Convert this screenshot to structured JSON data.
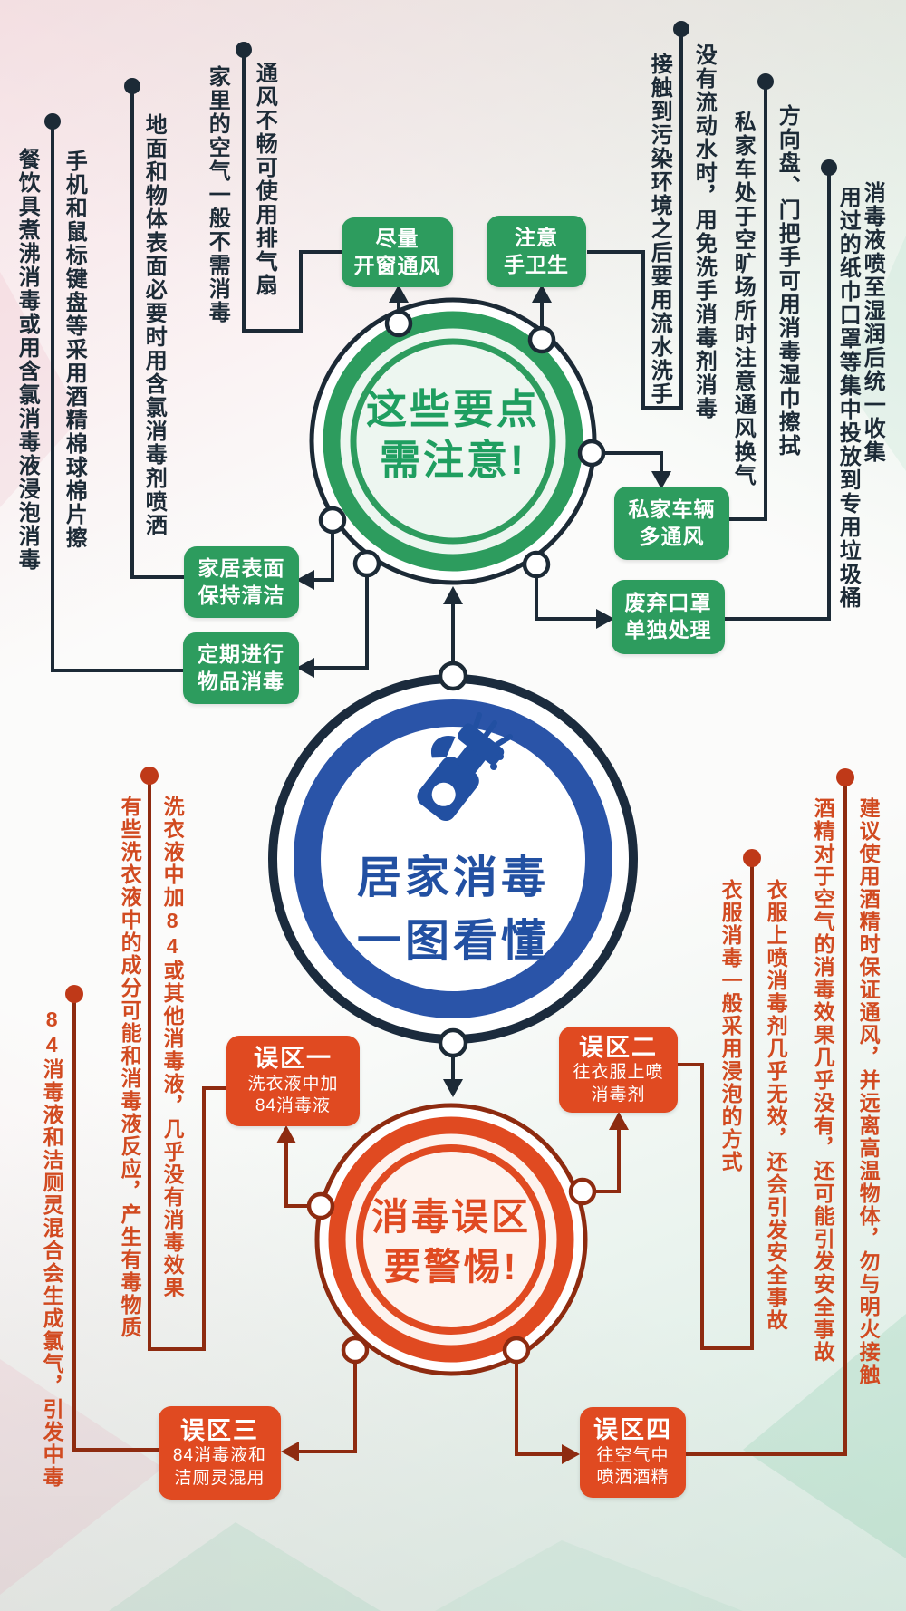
{
  "title": "居家消毒 一图看懂",
  "colors": {
    "line": "#1c2a36",
    "green": "#2d9c5e",
    "greentext": "#1f9e60",
    "blue": "#2a54a8",
    "bluedark": "#1b2b3d",
    "bluetext": "#2250a2",
    "red": "#e04a21",
    "redline": "#8e2b10",
    "reddot": "#bf3918",
    "redtext": "#d14a20"
  },
  "hubs": {
    "green": {
      "lines": [
        "这些要点",
        "需注意!"
      ]
    },
    "blue": {
      "lines": [
        "居家消毒",
        "一图看懂"
      ]
    },
    "red": {
      "lines": [
        "消毒误区",
        "要警惕!"
      ]
    }
  },
  "tips": {
    "boxes": [
      {
        "id": "open-window",
        "lines": [
          "尽量",
          "开窗通风"
        ]
      },
      {
        "id": "hand-hygiene",
        "lines": [
          "注意",
          "手卫生"
        ]
      },
      {
        "id": "car-ventilate",
        "lines": [
          "私家车辆",
          "多通风"
        ]
      },
      {
        "id": "mask-disposal",
        "lines": [
          "废弃口罩",
          "单独处理"
        ]
      },
      {
        "id": "surface-clean",
        "lines": [
          "家居表面",
          "保持清洁"
        ]
      },
      {
        "id": "regular-disinfect",
        "lines": [
          "定期进行",
          "物品消毒"
        ]
      }
    ]
  },
  "tip_notes": {
    "a_left": "餐饮具煮沸消毒或用含氯消毒液浸泡消毒",
    "a_right": "手机和鼠标键盘等采用酒精棉球棉片擦",
    "b_right": "地面和物体表面必要时用含氯消毒剂喷洒",
    "c_left": "家里的空气一般不需消毒",
    "c_right": "通风不畅可使用排气扇",
    "d_left": "接触到污染环境之后要用流水洗手",
    "d_right": "没有流动水时，用免洗手消毒剂消毒",
    "e_left": "私家车处于空旷场所时注意通风换气",
    "e_right": "方向盘、门把手可用消毒湿巾擦拭",
    "f_inner": "用过的纸巾口罩等集中投放到专用垃圾桶",
    "f_outer": "消毒液喷至湿润后统一收集"
  },
  "myths": {
    "boxes": [
      {
        "id": "myth-1",
        "title": "误区一",
        "lines": [
          "洗衣液中加",
          "84消毒液"
        ]
      },
      {
        "id": "myth-2",
        "title": "误区二",
        "lines": [
          "往衣服上喷",
          "消毒剂"
        ]
      },
      {
        "id": "myth-3",
        "title": "误区三",
        "lines": [
          "84消毒液和",
          "洁厕灵混用"
        ]
      },
      {
        "id": "myth-4",
        "title": "误区四",
        "lines": [
          "往空气中",
          "喷洒酒精"
        ]
      }
    ]
  },
  "myth_notes": {
    "g_right": "洗衣液中加84或其他消毒液，几乎没有消毒效果",
    "g_left": "有些洗衣液中的成分可能和消毒液反应，产生有毒物质",
    "h_left": "84消毒液和洁厕灵混合会生成氯气，引发中毒",
    "i_right": "衣服上喷消毒剂几乎无效，还会引发安全事故",
    "i_left": "衣服消毒一般采用浸泡的方式",
    "j_right": "建议使用酒精时保证通风，并远离高温物体，勿与明火接触",
    "j_left": "酒精对于空气的消毒效果几乎没有，还可能引发安全事故"
  }
}
